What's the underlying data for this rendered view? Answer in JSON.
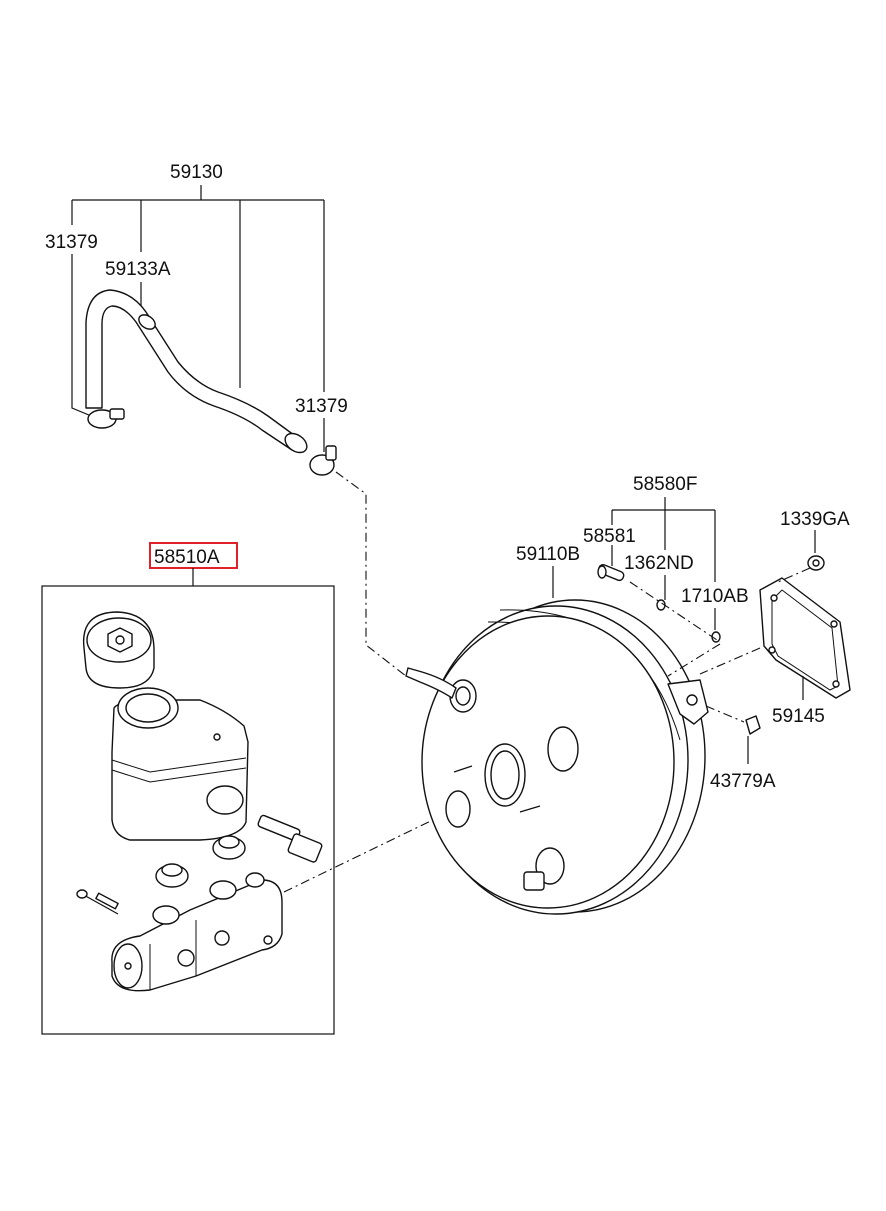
{
  "labels": {
    "p59130": "59130",
    "p31379_left": "31379",
    "p59133A": "59133A",
    "p31379_right": "31379",
    "p58580F": "58580F",
    "p58581": "58581",
    "p1362ND": "1362ND",
    "p1710AB": "1710AB",
    "p1339GA": "1339GA",
    "p59110B": "59110B",
    "p59145": "59145",
    "p43779A": "43779A",
    "p58510A": "58510A"
  },
  "colors": {
    "line": "#111111",
    "highlight": "#e0202a",
    "background": "#ffffff"
  }
}
